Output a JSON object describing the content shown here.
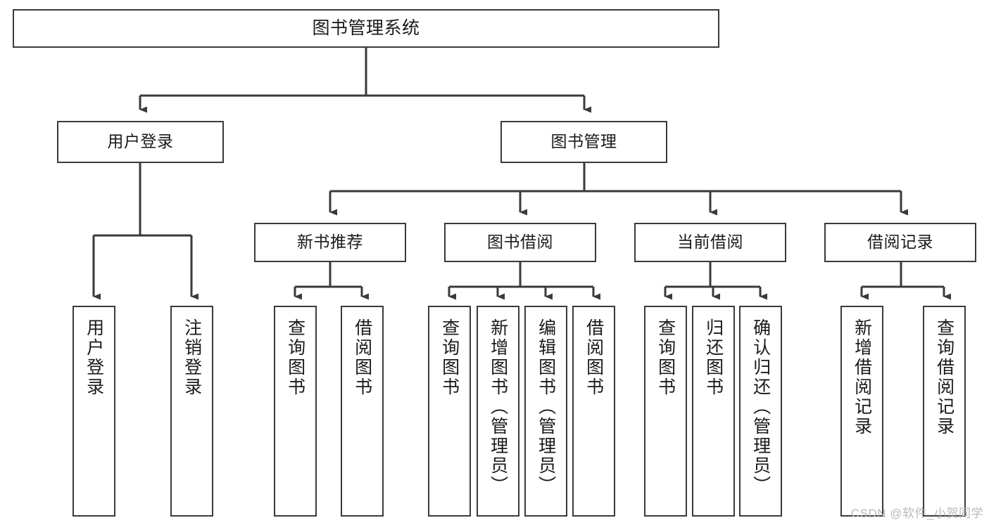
{
  "diagram": {
    "title": "图书管理系统",
    "type": "tree",
    "watermark": "CSDN @软件_小贺同学",
    "colors": {
      "border": "#3a3a3a",
      "fill": "#ffffff",
      "text": "#1a1a1a",
      "edge": "#3a3a3a",
      "watermark": "#b9b9b9"
    },
    "nodes": {
      "root": {
        "label": "图书管理系统"
      },
      "level2": [
        {
          "label": "用户登录"
        },
        {
          "label": "图书管理"
        }
      ],
      "level3": [
        {
          "label": "新书推荐"
        },
        {
          "label": "图书借阅"
        },
        {
          "label": "当前借阅"
        },
        {
          "label": "借阅记录"
        }
      ],
      "leaves_user_login": [
        {
          "label": "用户登录"
        },
        {
          "label": "注销登录"
        }
      ],
      "leaves_new_book": [
        {
          "label": "查询图书"
        },
        {
          "label": "借阅图书"
        }
      ],
      "leaves_borrow": [
        {
          "label": "查询图书"
        },
        {
          "label": "新增图书（管理员）"
        },
        {
          "label": "编辑图书（管理员）"
        },
        {
          "label": "借阅图书"
        }
      ],
      "leaves_current": [
        {
          "label": "查询图书"
        },
        {
          "label": "归还图书"
        },
        {
          "label": "确认归还（管理员）"
        }
      ],
      "leaves_record": [
        {
          "label": "新增借阅记录"
        },
        {
          "label": "查询借阅记录"
        }
      ]
    }
  }
}
